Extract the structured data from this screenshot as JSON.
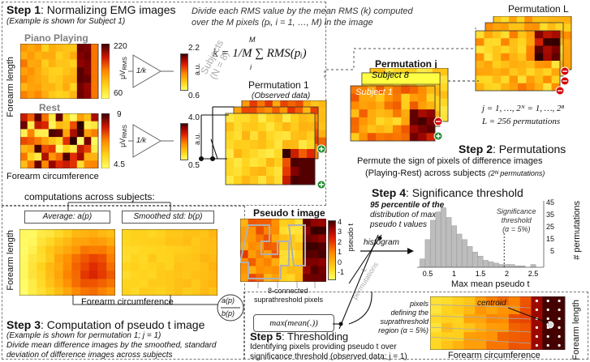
{
  "step1": {
    "title_bold": "Step 1",
    "title_rest": ": Normalizing EMG images",
    "subtitle": "(Example is shown for Subject 1)",
    "formula_note_1": "Divide each RMS value by the mean RMS (k) computed",
    "formula_note_2": "over the M pixels (pᵢ, i = 1, …, M) in the image",
    "formula": "k = 1/M ∑ RMS(pᵢ)",
    "formula_upper": "M",
    "formula_lower": "i",
    "piano_label": "Piano Playing",
    "rest_label": "Rest",
    "forearm_length": "Forearm length",
    "forearm_circ": "Forearm circumference",
    "piano_cb_max": "220",
    "piano_cb_min": "60",
    "piano_unit": "μV",
    "unit_sub": "RMS",
    "rest_cb_max": "9",
    "rest_cb_min": "4.5",
    "rest_unit": "μV",
    "norm_piano_max": "2.2",
    "norm_piano_min": "0.6",
    "norm_rest_max": "4.0",
    "norm_rest_min": "0.5",
    "norm_unit": "a.u.",
    "one_over_k": "1/k"
  },
  "subjects": {
    "label": "Subjects",
    "count": "(N = 8)"
  },
  "perm1": {
    "title": "Permutation 1",
    "subtitle": "(Observed data)"
  },
  "permj": {
    "title": "Permutation j",
    "subject8": "Subject 8",
    "subject1": "Subject 1"
  },
  "permL": {
    "title": "Permutation L",
    "eq1": "j = 1, …, 2ᴺ = 1, …, 2⁸",
    "eq2": "L = 256 permutations"
  },
  "step2": {
    "title_bold": "Step 2",
    "title_rest": ": Permutations",
    "line1": "Permute the sign of pixels of difference images",
    "line2": "(Playing-Rest) across subjects",
    "line2_italic": "(2ᴺ permutations)"
  },
  "step3": {
    "computations": "computations across subjects:",
    "average": "Average: a(p)",
    "smoothed": "Smoothed std: b(p)",
    "forearm_length": "Forearm length",
    "forearm_circ": "Forearm circumference",
    "ratio_top": "a(p)",
    "ratio_bottom": "b(p)",
    "title_bold": "Step 3",
    "title_rest": ": Computation of pseudo t image",
    "sub1": "(Example is shown for permutation 1; j = 1)",
    "sub2": "Divide mean difference images by the smoothed, standard",
    "sub3": "deviation of difference images across subjects"
  },
  "pseudo": {
    "title": "Pseudo t image",
    "cb_ticks": [
      "4",
      "3",
      "2",
      "1",
      "0",
      "-1"
    ],
    "cb_label": "pseudo t",
    "connected_1": "8-connected",
    "connected_2": "suprathreshold pixels",
    "max_label": "max(mean(.))",
    "l_perm_1": "L",
    "l_perm_2": "permutations"
  },
  "step4": {
    "title_bold": "Step 4",
    "title_rest": ": Significance threshold",
    "desc1": "95 percentile of the",
    "desc2": "distribution of max.",
    "desc3": "pseudo t values",
    "sig1": "Significance",
    "sig2": "threshold",
    "sig3": "(α = 5%)",
    "histogram": "histogram",
    "xlabel": "Max mean pseudo t",
    "ylabel": "# permutations",
    "xticks": [
      "0.5",
      "1",
      "1.5",
      "2",
      "2.5"
    ],
    "yticks": [
      "45",
      "35",
      "25",
      "15",
      "5"
    ]
  },
  "step5": {
    "title_bold": "Step 5",
    "title_rest": ": Thresholding",
    "line1": "Identifying pixels providing pseudo t over",
    "line2": "significance threshold (observed data; j = 1)",
    "pixels1": "pixels",
    "pixels2": "defining the",
    "pixels3": "suprathreshold",
    "pixels4": "region (α = 5%)",
    "centroid": "centroid",
    "forearm_length": "Forearm length",
    "forearm_circ": "Forearm circumference"
  },
  "chart_data": {
    "type": "bar",
    "title": "",
    "xlabel": "Max mean pseudo t",
    "ylabel": "# permutations",
    "xlim": [
      0.3,
      2.7
    ],
    "ylim": [
      0,
      48
    ],
    "x": [
      0.4,
      0.5,
      0.6,
      0.7,
      0.8,
      0.9,
      1.0,
      1.1,
      1.2,
      1.3,
      1.4,
      1.5,
      1.6,
      1.7,
      1.8,
      1.9,
      2.0,
      2.1,
      2.2,
      2.3,
      2.4,
      2.5
    ],
    "values": [
      6,
      20,
      34,
      40,
      43,
      36,
      30,
      24,
      20,
      15,
      11,
      8,
      5,
      4,
      3,
      2,
      2,
      2,
      1,
      1,
      0,
      2
    ],
    "threshold": 1.95
  }
}
